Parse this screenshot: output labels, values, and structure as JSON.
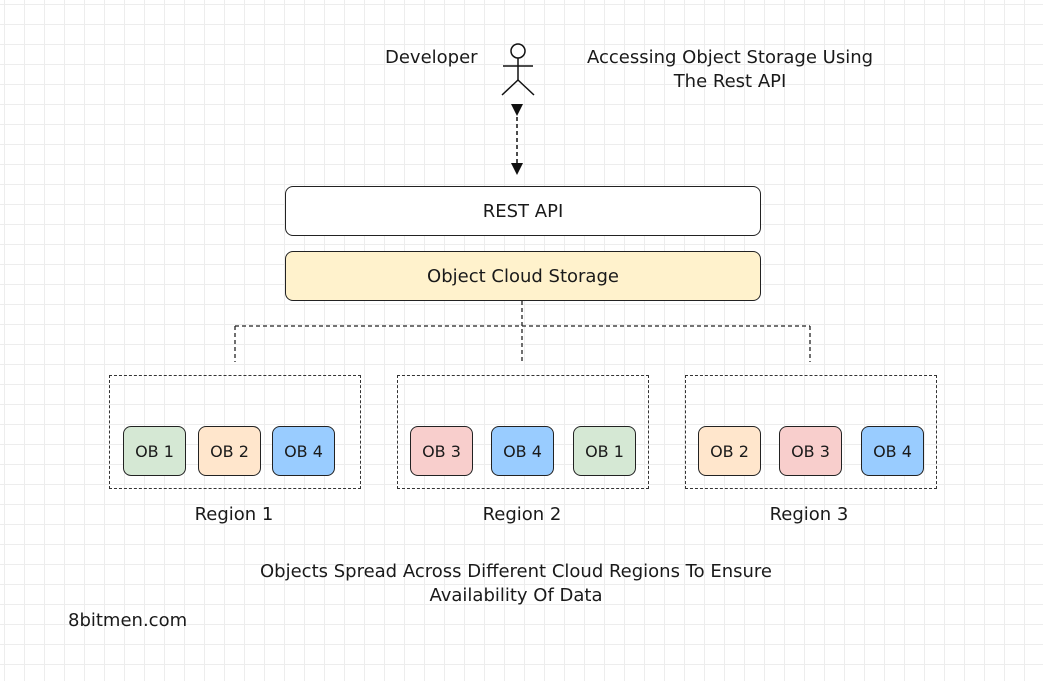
{
  "developer": {
    "label": "Developer"
  },
  "caption_top": {
    "line1": "Accessing Object Storage Using",
    "line2": "The Rest API"
  },
  "rest_api": {
    "label": "REST API"
  },
  "storage": {
    "label": "Object Cloud Storage"
  },
  "regions": [
    {
      "name": "Region 1",
      "objects": [
        "OB 1",
        "OB 2",
        "OB 4"
      ]
    },
    {
      "name": "Region 2",
      "objects": [
        "OB 3",
        "OB 4",
        "OB 1"
      ]
    },
    {
      "name": "Region 3",
      "objects": [
        "OB 2",
        "OB 3",
        "OB 4"
      ]
    }
  ],
  "caption_bottom": {
    "line1": "Objects Spread Across Different Cloud Regions To Ensure",
    "line2": "Availability Of Data"
  },
  "watermark": "8bitmen.com",
  "colors": {
    "ob_green": "#d5e8d4",
    "ob_orange": "#ffe6cc",
    "ob_blue": "#99ccff",
    "ob_red": "#f8cecc",
    "storage_fill": "#fff2cc"
  }
}
